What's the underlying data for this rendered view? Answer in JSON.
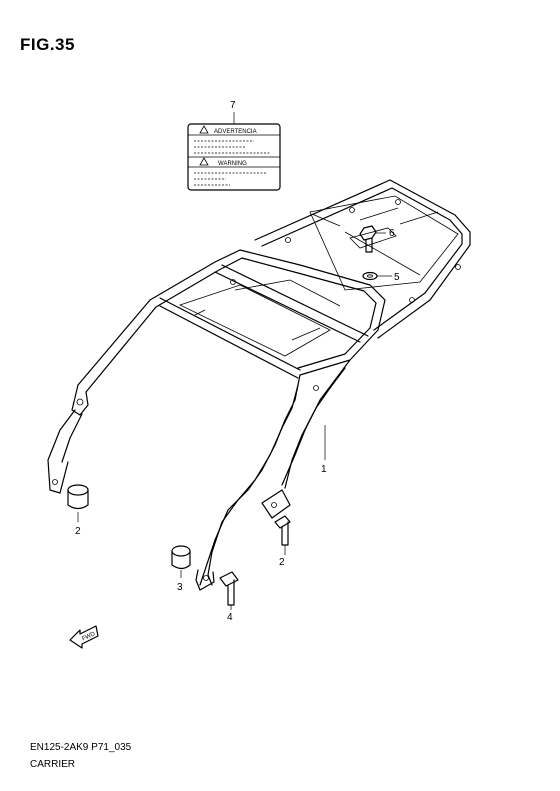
{
  "figure": {
    "title": "FIG.35"
  },
  "footer": {
    "code": "EN125-2AK9 P71_035",
    "caption": "CARRIER"
  },
  "warning_label": {
    "header_top": "ADVERTENCIA",
    "header_bottom": "WARNING"
  },
  "fwd_arrow": {
    "text": "FWD"
  },
  "callouts": [
    "7",
    "6",
    "5",
    "1",
    "2",
    "2",
    "3",
    "4"
  ]
}
